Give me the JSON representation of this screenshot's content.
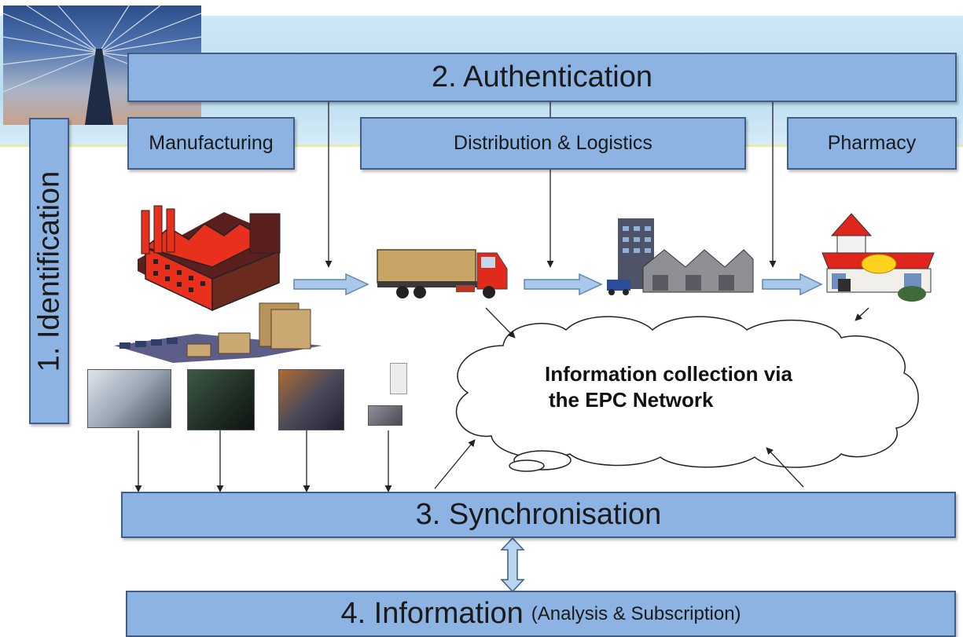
{
  "boxes": {
    "authentication": "2. Authentication",
    "identification": "1. Identification",
    "manufacturing": "Manufacturing",
    "distribution": "Distribution & Logistics",
    "pharmacy": "Pharmacy",
    "synchronisation": "3. Synchronisation",
    "information": "4. Information",
    "information_sub": "(Analysis & Subscription)"
  },
  "cloud": {
    "line1": "Information collection via",
    "line2": "the EPC Network"
  },
  "colors": {
    "box_fill": "#8db3e2",
    "box_border": "#3f5d86",
    "band": "#b9dcf1",
    "flow_arrow": "#a9c8ea"
  },
  "icons": [
    "bridge-photo",
    "factory-icon",
    "production-line-icon",
    "truck-icon",
    "warehouse-icon",
    "pharmacy-icon",
    "cloud-icon",
    "rfid-reader-photo"
  ]
}
